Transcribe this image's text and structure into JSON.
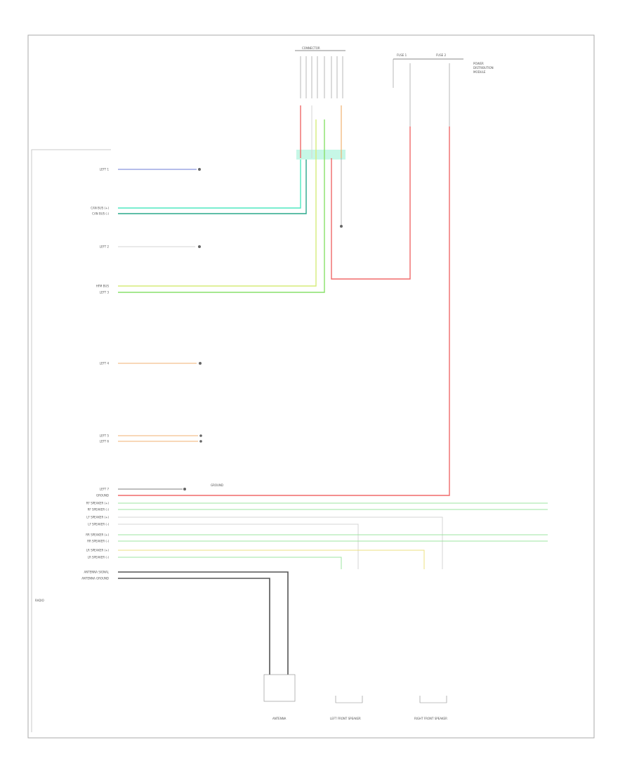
{
  "colors": {
    "blue": "#6b7bd6",
    "cyan": "#4fe8c0",
    "teal": "#2aa88c",
    "yellow_green": "#d6ec7a",
    "green": "#88e06a",
    "orange": "#f0b070",
    "red": "#f06a6a",
    "gray": "#d4d4d4",
    "black": "#444444",
    "light_green": "#9ee4a0",
    "yellow": "#eee080"
  },
  "diagram": {
    "left_labels": [
      "LEFT 1",
      "CAN BUS (+)",
      "CAN BUS (-)",
      "LEFT 2",
      "HFM BUS",
      "LEFT 3",
      "LEFT 4",
      "LEFT 5",
      "LEFT 6",
      "LEFT 7",
      "GROUND",
      "RF SPEAKER (+)",
      "RF SPEAKER (-)",
      "LF SPEAKER (+)",
      "LF SPEAKER (-)",
      "RR SPEAKER (+)",
      "RR SPEAKER (-)",
      "LR SPEAKER (+)",
      "LR SPEAKER (-)",
      "ANTENNA SIGNAL",
      "ANTENNA GROUND"
    ],
    "top_connector_label": "CONNECTOR",
    "fuse_labels": [
      "FUSE 1",
      "FUSE 2"
    ],
    "notes_block": [
      "POWER",
      "DISTRIBUTION",
      "MODULE",
      "",
      "",
      "",
      ""
    ],
    "splice_labels": [
      "",
      "",
      "",
      ""
    ],
    "ground_label": "GROUND",
    "radio_label": "RADIO",
    "bottom_components": [
      "ANTENNA",
      "LEFT FRONT SPEAKER",
      "RIGHT FRONT SPEAKER"
    ],
    "right_outputs": [
      "",
      "",
      "",
      ""
    ],
    "page_tag": ""
  }
}
